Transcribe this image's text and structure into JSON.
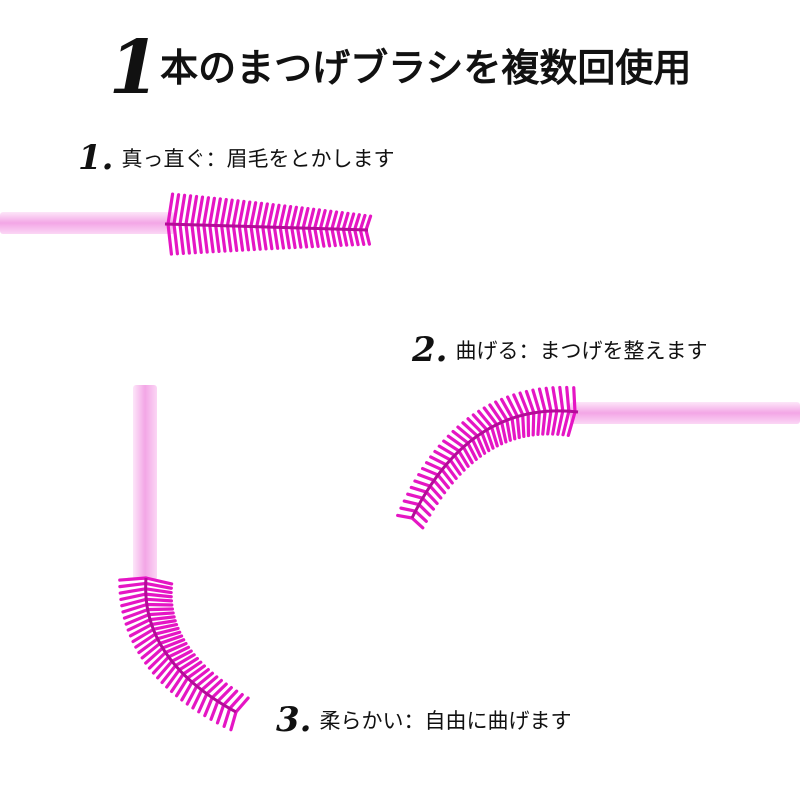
{
  "title": {
    "number": "1",
    "text": "本のまつげブラシを複数回使用"
  },
  "steps": [
    {
      "number": "1.",
      "text": "真っ直ぐ：眉毛をとかします"
    },
    {
      "number": "2.",
      "text": "曲げる：まつげを整えます"
    },
    {
      "number": "3.",
      "text": "柔らかい：自由に曲げます"
    }
  ],
  "colors": {
    "brush": "#e516c4",
    "handle": "#f7b8ee",
    "text": "#111111"
  }
}
